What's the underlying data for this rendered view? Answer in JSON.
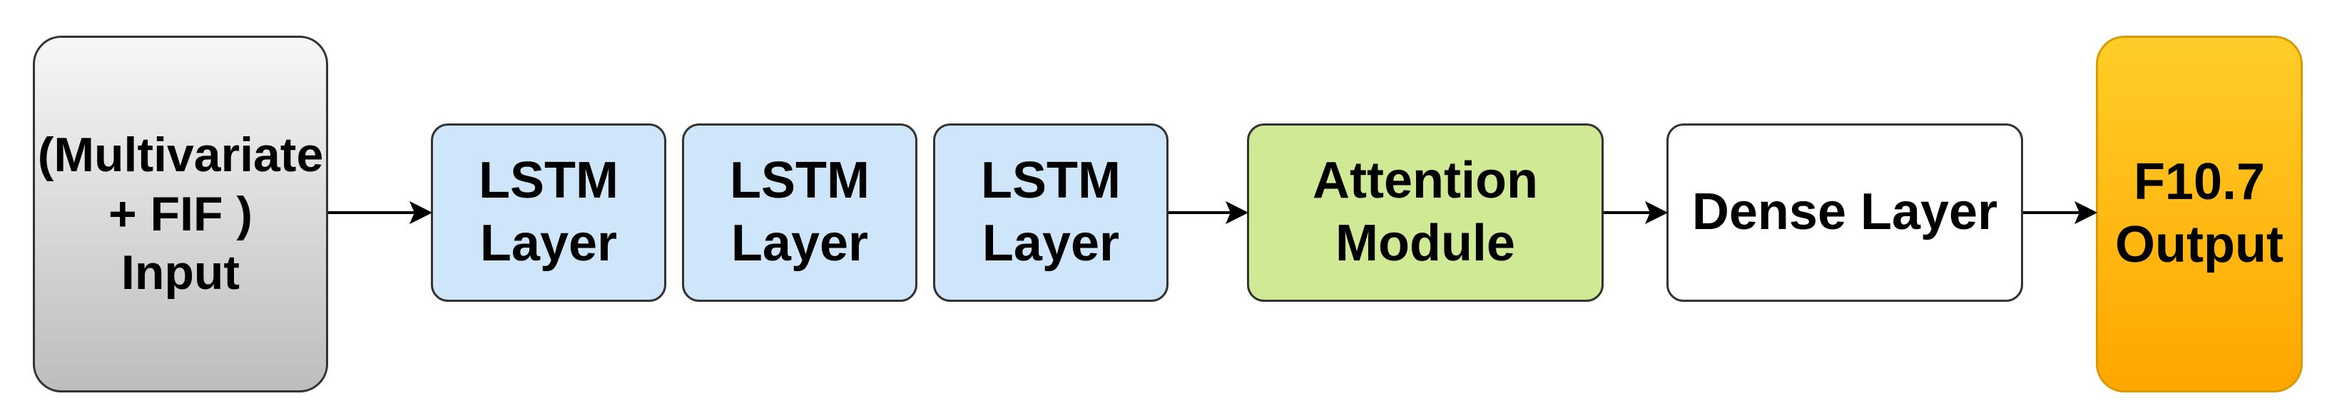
{
  "diagram": {
    "nodes": [
      {
        "id": "input",
        "lines": [
          "(Multivariate",
          "+ FIF )",
          "Input"
        ],
        "fill": "#d9d9d9"
      },
      {
        "id": "lstm1",
        "lines": [
          "LSTM",
          "Layer"
        ],
        "fill": "#cfe5f9"
      },
      {
        "id": "lstm2",
        "lines": [
          "LSTM",
          "Layer"
        ],
        "fill": "#cfe5f9"
      },
      {
        "id": "lstm3",
        "lines": [
          "LSTM",
          "Layer"
        ],
        "fill": "#cfe5f9"
      },
      {
        "id": "attention",
        "lines": [
          "Attention",
          "Module"
        ],
        "fill": "#cfe994"
      },
      {
        "id": "dense",
        "lines": [
          "Dense Layer"
        ],
        "fill": "#ffffff"
      },
      {
        "id": "output",
        "lines": [
          "F10.7",
          "Output"
        ],
        "fill": "#ffb81a"
      }
    ],
    "edges": [
      {
        "from": "input",
        "to": "lstm1"
      },
      {
        "from": "lstm3",
        "to": "attention"
      },
      {
        "from": "attention",
        "to": "dense"
      },
      {
        "from": "dense",
        "to": "output"
      }
    ]
  }
}
